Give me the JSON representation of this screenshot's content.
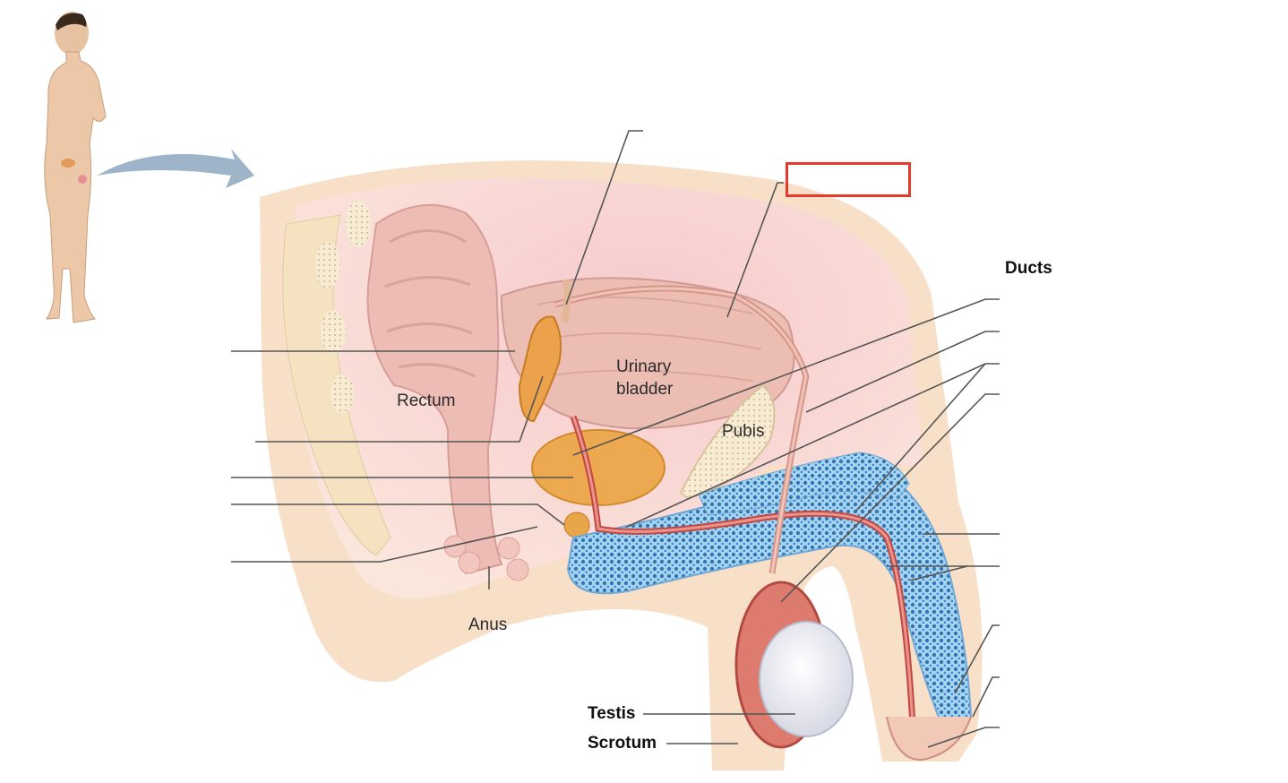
{
  "labels": {
    "rectum": "Rectum",
    "urinary_bladder_line1": "Urinary",
    "urinary_bladder_line2": "bladder",
    "pubis": "Pubis",
    "anus": "Anus",
    "testis": "Testis",
    "scrotum": "Scrotum",
    "ducts": "Ducts"
  },
  "answer_box": {
    "value": "",
    "border_color": "#e53b2a"
  },
  "colors": {
    "skin": "#f6d9b8",
    "bladder": "#ecbcb2",
    "erectile_tissue": "#3f86c4",
    "prostate": "#e9a94a",
    "leader_lines": "#555555"
  }
}
